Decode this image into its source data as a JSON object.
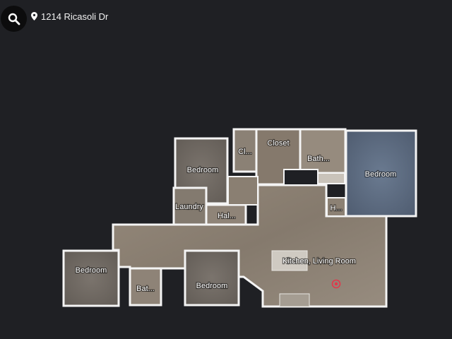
{
  "header": {
    "search_icon": "search-icon",
    "location_icon": "map-pin-icon",
    "address": "1214 Ricasoli Dr"
  },
  "colors": {
    "background": "#1f2024",
    "floor": "#8d8275",
    "wall": "#f4f4f4",
    "bedroom_carpet": "#5f6f83",
    "marker": "#e2384b"
  },
  "rooms": {
    "bedroom_top": "Bedroom",
    "closet_small": "Cl...",
    "closet": "Closet",
    "bath_top": "Bath...",
    "bedroom_right": "Bedroom",
    "laundry": "Laundry",
    "hallway": "Hal...",
    "h_small": "H...",
    "kitchen_living": "Kitchen, Living Room",
    "bedroom_left": "Bedroom",
    "bath_bottom": "Bat...",
    "bedroom_bottom": "Bedroom"
  }
}
